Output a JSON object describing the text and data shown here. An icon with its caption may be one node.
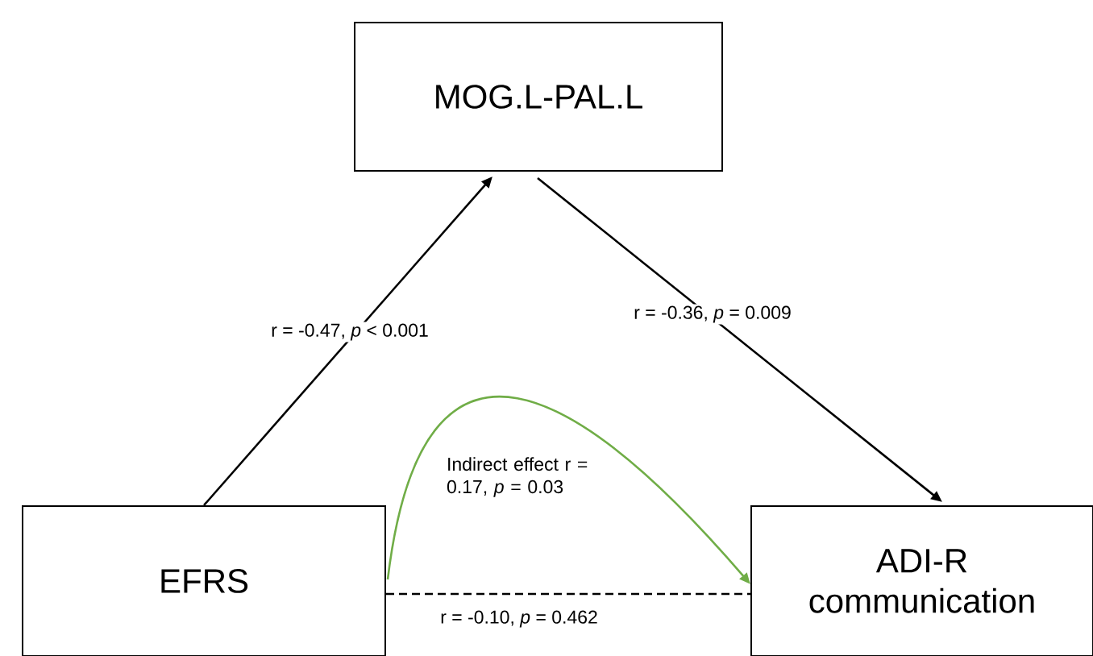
{
  "diagram": {
    "nodes": [
      {
        "text": [
          "MOG.L-PAL.L"
        ]
      },
      {
        "text": [
          "EFRS"
        ]
      },
      {
        "text": [
          "ADI-R communication"
        ]
      }
    ],
    "edges": [
      {
        "from": 1,
        "to": 0,
        "arrow": "to",
        "label": "r = -0.47, *p* < 0.001"
      },
      {
        "from": 0,
        "to": 2,
        "arrow": "to",
        "label": "r = -0.36, *p* = 0.009"
      },
      {
        "from": 1,
        "to": 2,
        "arrow": "to",
        "color": "#70ad47",
        "label": "Indirect effect r = 0.17, *p* = 0.03"
      },
      {
        "from": 1,
        "to": 2,
        "arrow": "none",
        "style": "dashed",
        "label": "r = -0.10, *p* = 0.462"
      }
    ]
  }
}
